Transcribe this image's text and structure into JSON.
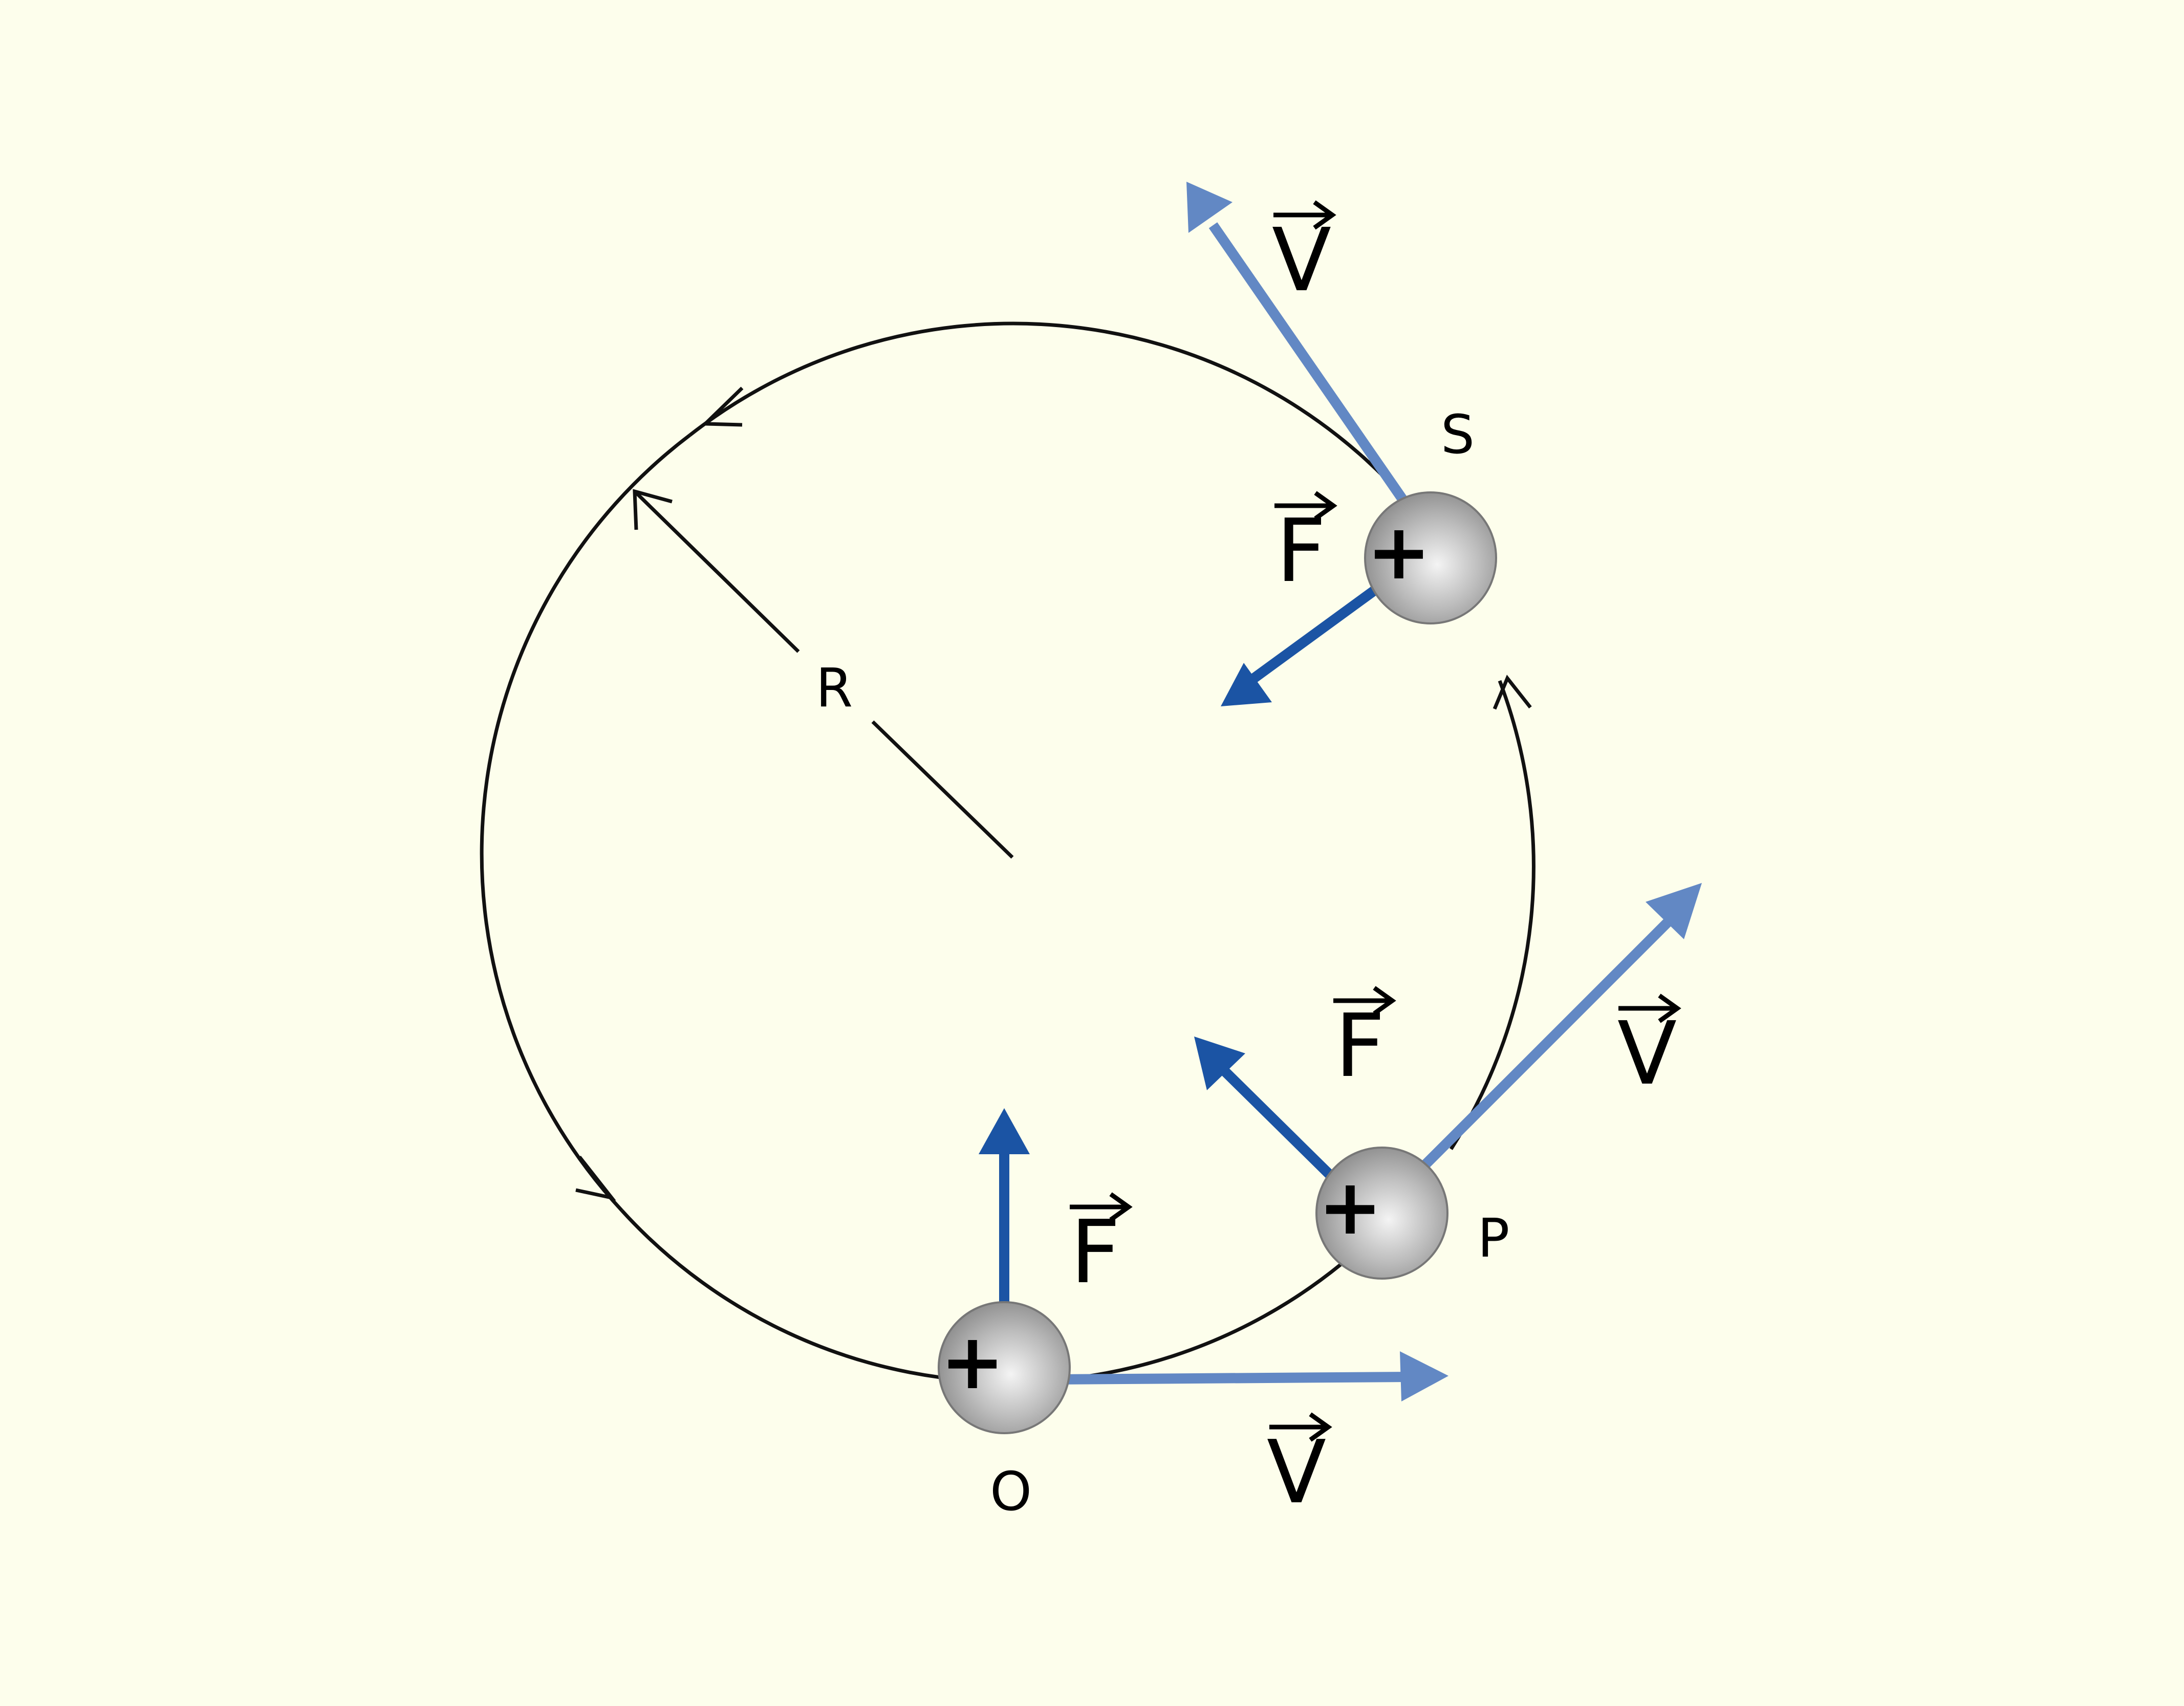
{
  "labels": {
    "radius": "R",
    "point_o": "O",
    "point_p": "P",
    "point_s": "S",
    "force": "F",
    "velocity": "V",
    "charge_sign": "+"
  },
  "colors": {
    "background": "#fdfeec",
    "orbit": "#111111",
    "force_arrow": "#1b54a4",
    "velocity_arrow": "#6288c4",
    "charge_fill": "#a4a4a4"
  },
  "icons": {
    "charge": "positive-charge-sphere-icon",
    "vector_mark": "vector-arrow-icon"
  }
}
